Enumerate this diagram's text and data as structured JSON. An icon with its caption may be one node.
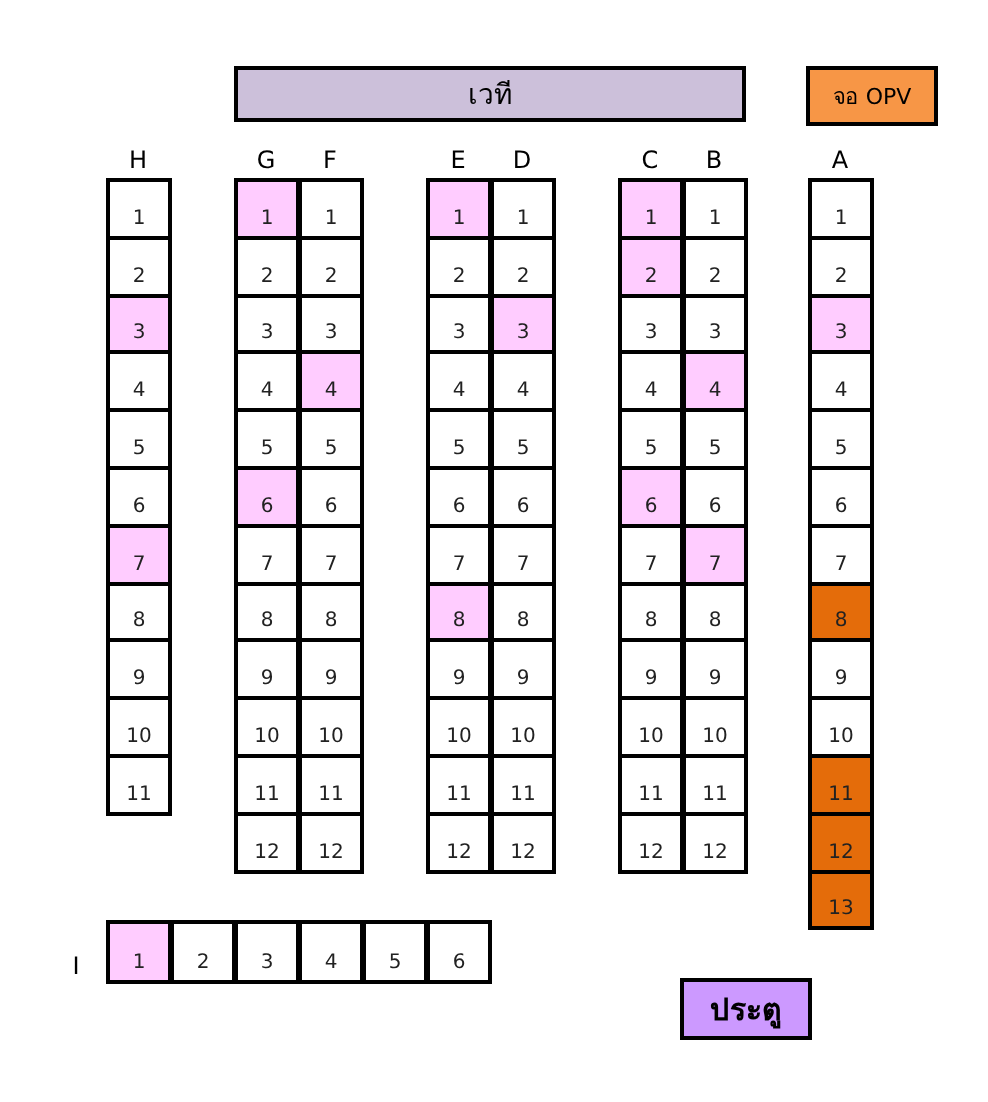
{
  "diagram": {
    "nodes": [
      {
        "text": [
          "เวที"
        ]
      },
      {
        "text": [
          "จอ OPV"
        ]
      },
      {
        "text": [
          "1"
        ]
      },
      {
        "text": [
          "2"
        ]
      },
      {
        "text": [
          "3"
        ]
      },
      {
        "text": [
          "4"
        ]
      },
      {
        "text": [
          "5"
        ]
      },
      {
        "text": [
          "6"
        ]
      },
      {
        "text": [
          "7"
        ]
      },
      {
        "text": [
          "8"
        ]
      },
      {
        "text": [
          "9"
        ]
      },
      {
        "text": [
          "10"
        ]
      },
      {
        "text": [
          "11"
        ]
      },
      {
        "text": [
          "1"
        ]
      },
      {
        "text": [
          "2"
        ]
      },
      {
        "text": [
          "3"
        ]
      },
      {
        "text": [
          "4"
        ]
      },
      {
        "text": [
          "5"
        ]
      },
      {
        "text": [
          "6"
        ]
      },
      {
        "text": [
          "7"
        ]
      },
      {
        "text": [
          "8"
        ]
      },
      {
        "text": [
          "9"
        ]
      },
      {
        "text": [
          "10"
        ]
      },
      {
        "text": [
          "11"
        ]
      },
      {
        "text": [
          "12"
        ]
      },
      {
        "text": [
          "1"
        ]
      },
      {
        "text": [
          "2"
        ]
      },
      {
        "text": [
          "3"
        ]
      },
      {
        "text": [
          "4"
        ]
      },
      {
        "text": [
          "5"
        ]
      },
      {
        "text": [
          "6"
        ]
      },
      {
        "text": [
          "7"
        ]
      },
      {
        "text": [
          "8"
        ]
      },
      {
        "text": [
          "9"
        ]
      },
      {
        "text": [
          "10"
        ]
      },
      {
        "text": [
          "11"
        ]
      },
      {
        "text": [
          "12"
        ]
      },
      {
        "text": [
          "1"
        ]
      },
      {
        "text": [
          "2"
        ]
      },
      {
        "text": [
          "3"
        ]
      },
      {
        "text": [
          "4"
        ]
      },
      {
        "text": [
          "5"
        ]
      },
      {
        "text": [
          "6"
        ]
      },
      {
        "text": [
          "7"
        ]
      },
      {
        "text": [
          "8"
        ]
      },
      {
        "text": [
          "9"
        ]
      },
      {
        "text": [
          "10"
        ]
      },
      {
        "text": [
          "11"
        ]
      },
      {
        "text": [
          "12"
        ]
      },
      {
        "text": [
          "1"
        ]
      },
      {
        "text": [
          "2"
        ]
      },
      {
        "text": [
          "3"
        ]
      },
      {
        "text": [
          "4"
        ]
      },
      {
        "text": [
          "5"
        ]
      },
      {
        "text": [
          "6"
        ]
      },
      {
        "text": [
          "7"
        ]
      },
      {
        "text": [
          "8"
        ]
      },
      {
        "text": [
          "9"
        ]
      },
      {
        "text": [
          "10"
        ]
      },
      {
        "text": [
          "11"
        ]
      },
      {
        "text": [
          "12"
        ]
      },
      {
        "text": [
          "1"
        ]
      },
      {
        "text": [
          "2"
        ]
      },
      {
        "text": [
          "3"
        ]
      },
      {
        "text": [
          "4"
        ]
      },
      {
        "text": [
          "5"
        ]
      },
      {
        "text": [
          "6"
        ]
      },
      {
        "text": [
          "7"
        ]
      },
      {
        "text": [
          "8"
        ]
      },
      {
        "text": [
          "9"
        ]
      },
      {
        "text": [
          "10"
        ]
      },
      {
        "text": [
          "11"
        ]
      },
      {
        "text": [
          "12"
        ]
      },
      {
        "text": [
          "1"
        ]
      },
      {
        "text": [
          "2"
        ]
      },
      {
        "text": [
          "3"
        ]
      },
      {
        "text": [
          "4"
        ]
      },
      {
        "text": [
          "5"
        ]
      },
      {
        "text": [
          "6"
        ]
      },
      {
        "text": [
          "7"
        ]
      },
      {
        "text": [
          "8"
        ]
      },
      {
        "text": [
          "9"
        ]
      },
      {
        "text": [
          "10"
        ]
      },
      {
        "text": [
          "11"
        ]
      },
      {
        "text": [
          "12"
        ]
      },
      {
        "text": [
          "1"
        ]
      },
      {
        "text": [
          "2"
        ]
      },
      {
        "text": [
          "3"
        ]
      },
      {
        "text": [
          "4"
        ]
      },
      {
        "text": [
          "5"
        ]
      },
      {
        "text": [
          "6"
        ]
      },
      {
        "text": [
          "7"
        ]
      },
      {
        "text": [
          "8"
        ]
      },
      {
        "text": [
          "9"
        ]
      },
      {
        "text": [
          "10"
        ]
      },
      {
        "text": [
          "11"
        ]
      },
      {
        "text": [
          "12"
        ]
      },
      {
        "text": [
          "13"
        ]
      },
      {
        "text": [
          "1"
        ]
      },
      {
        "text": [
          "2"
        ]
      },
      {
        "text": [
          "3"
        ]
      },
      {
        "text": [
          "4"
        ]
      },
      {
        "text": [
          "5"
        ]
      },
      {
        "text": [
          "6"
        ]
      },
      {
        "text": [
          "ประตู"
        ]
      }
    ],
    "labels": [
      "H",
      "G",
      "F",
      "E",
      "D",
      "C",
      "B",
      "A",
      "I"
    ]
  }
}
